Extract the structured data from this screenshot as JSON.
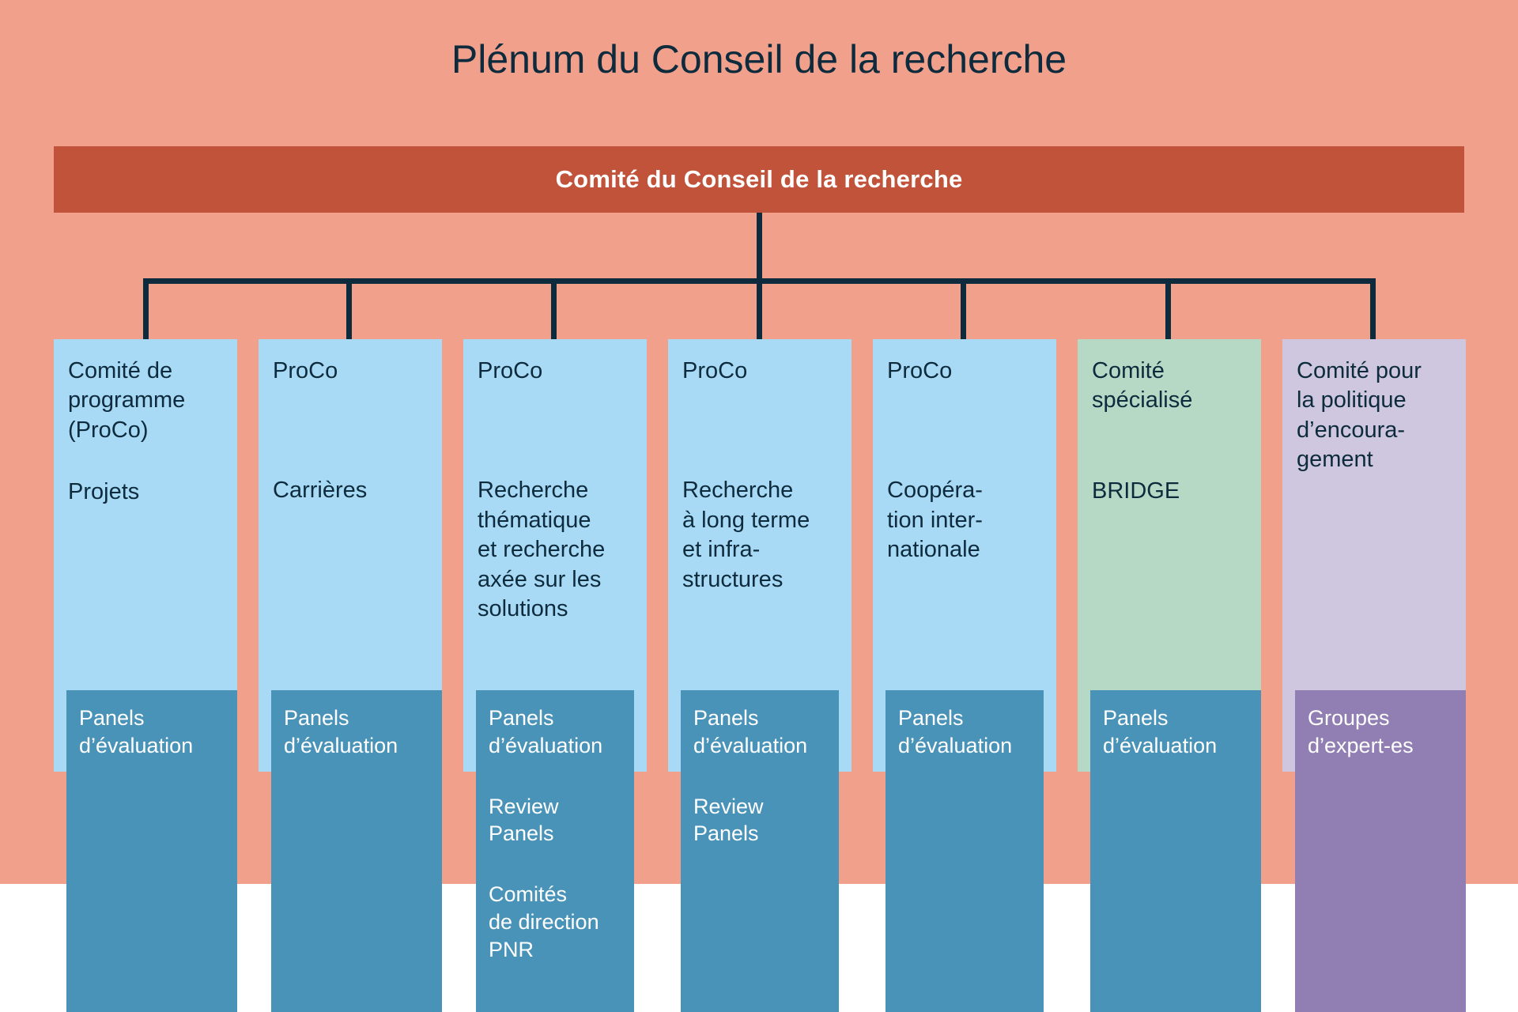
{
  "chart_data": {
    "type": "diagram",
    "diagram_kind": "organizational-hierarchy",
    "title": "Plénum du Conseil de la recherche",
    "root": "Comité du Conseil de la recherche",
    "levels": 3,
    "branch_count": 7
  },
  "title": "Plénum du Conseil de la recherche",
  "root": {
    "label": "Comité du Conseil de la recherche",
    "color": "#C1533B"
  },
  "colors": {
    "background": "#F0A08B",
    "blue": "#A8DAF5",
    "green": "#B6D9C6",
    "purple": "#CEC7DF",
    "teal": "#4A93B8",
    "violet": "#917FB3",
    "ink": "#0E2B3D",
    "white": "#FFFFFF"
  },
  "columns": [
    {
      "head": "Comité de\nprogramme\n(ProCo)",
      "sub": "Projets",
      "tone": "blue",
      "sub_tone": "teal",
      "items": [
        "Panels\nd’évaluation"
      ]
    },
    {
      "head": "ProCo",
      "sub": "Carrières",
      "tone": "blue",
      "sub_tone": "teal",
      "items": [
        "Panels\nd’évaluation"
      ]
    },
    {
      "head": "ProCo",
      "sub": "Recherche\nthématique\net recherche\naxée sur les\nsolutions",
      "tone": "blue",
      "sub_tone": "teal",
      "items": [
        "Panels\nd’évaluation",
        "Review\nPanels",
        "Comités\nde direction\nPNR"
      ]
    },
    {
      "head": "ProCo",
      "sub": "Recherche\nà long terme\net infra-\nstructures",
      "tone": "blue",
      "sub_tone": "teal",
      "items": [
        "Panels\nd’évaluation",
        "Review\nPanels"
      ]
    },
    {
      "head": "ProCo",
      "sub": "Coopéra-\ntion inter-\nnationale",
      "tone": "blue",
      "sub_tone": "teal",
      "items": [
        "Panels\nd’évaluation"
      ]
    },
    {
      "head": "Comité\nspécialisé",
      "sub": "BRIDGE",
      "tone": "green",
      "sub_tone": "teal",
      "items": [
        "Panels\nd’évaluation"
      ]
    },
    {
      "head": "Comité pour\nla politique\nd’encoura-\ngement",
      "sub": "",
      "tone": "purple",
      "sub_tone": "violet",
      "items": [
        "Groupes\nd’expert-es"
      ]
    }
  ]
}
